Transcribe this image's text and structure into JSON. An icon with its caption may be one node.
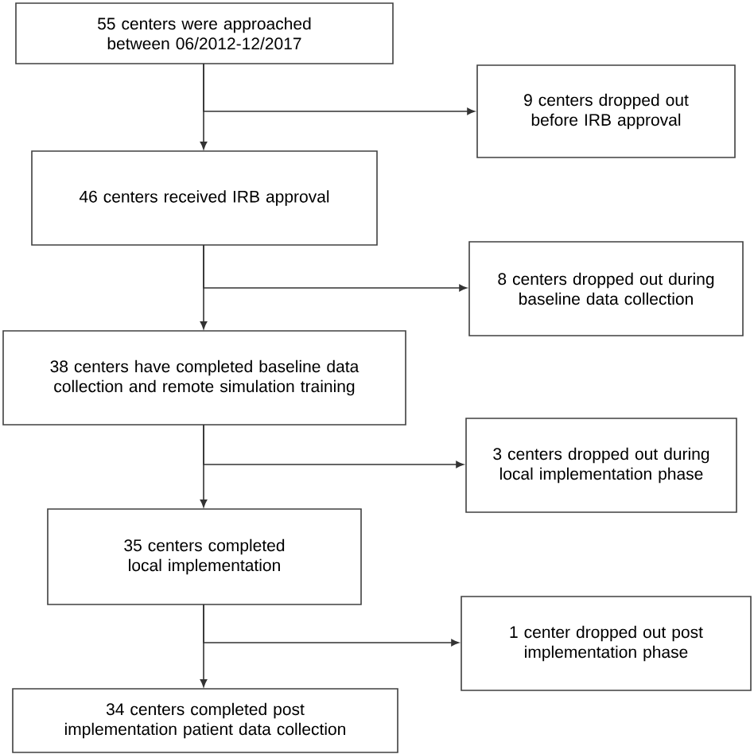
{
  "diagram": {
    "nodes": [
      {
        "text": [
          "55 centers were approached between 06/2012-12/2017"
        ]
      },
      {
        "text": [
          "9 centers dropped out before IRB approval"
        ]
      },
      {
        "text": [
          "46 centers received IRB approval"
        ]
      },
      {
        "text": [
          "8 centers dropped out during baseline data collection"
        ]
      },
      {
        "text": [
          "38 centers have completed baseline data collection and remote simulation training"
        ]
      },
      {
        "text": [
          "3 centers dropped out during local implementation phase"
        ]
      },
      {
        "text": [
          "35 centers completed local implementation"
        ]
      },
      {
        "text": [
          "1 center dropped out post implementation phase"
        ]
      },
      {
        "text": [
          "34 centers completed post implementation patient data collection"
        ]
      }
    ],
    "edges": [
      {
        "from": 0,
        "to": 2,
        "arrow": "to"
      },
      {
        "from": 0,
        "to": 1,
        "arrow": "to"
      },
      {
        "from": 2,
        "to": 4,
        "arrow": "to"
      },
      {
        "from": 2,
        "to": 3,
        "arrow": "to"
      },
      {
        "from": 4,
        "to": 6,
        "arrow": "to"
      },
      {
        "from": 4,
        "to": 5,
        "arrow": "to"
      },
      {
        "from": 6,
        "to": 8,
        "arrow": "to"
      },
      {
        "from": 6,
        "to": 7,
        "arrow": "to"
      }
    ]
  }
}
